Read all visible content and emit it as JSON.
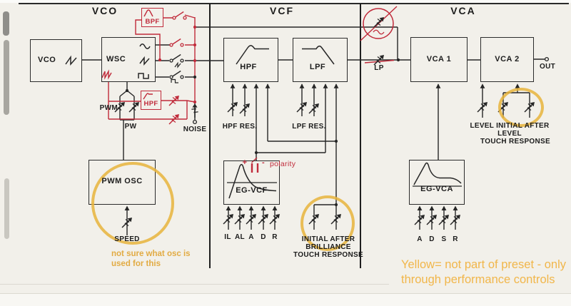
{
  "sections": {
    "vco": "VCO",
    "vcf": "VCF",
    "vca": "VCA"
  },
  "blocks": {
    "vco": "VCO",
    "wsc": "WSC",
    "bpf": "BPF",
    "hpf_sub": "HPF",
    "hpf": "HPF",
    "lpf": "LPF",
    "vca1": "VCA 1",
    "vca2": "VCA 2",
    "pwm_osc": "PWM OSC",
    "eg_vcf": "EG-VCF",
    "eg_vca": "EG-VCA"
  },
  "labels": {
    "pwm": "PWM",
    "pw": "PW",
    "noise": "NOISE",
    "speed": "SPEED",
    "hpf_res": "HPF RES.",
    "lpf_res": "LPF RES.",
    "lp": "LP",
    "out": "OUT",
    "polarity": "polarity",
    "plus": "+",
    "minus": "-"
  },
  "eg_vcf_pots": [
    "IL",
    "AL",
    "A",
    "D",
    "R"
  ],
  "eg_vca_pots": [
    "A",
    "D",
    "S",
    "R"
  ],
  "brilliance_controls": {
    "line1": "INITIAL AFTER",
    "line2": "BRILLIANCE",
    "line3": "TOUCH RESPONSE"
  },
  "vca2_controls": {
    "line1": "LEVEL INITIAL AFTER",
    "line2": "LEVEL",
    "line3": "TOUCH RESPONSE"
  },
  "annotations": {
    "osc_note_line1": "not sure what osc is",
    "osc_note_line2": "used for this",
    "legend_line1": "Yellow= not part of preset - only",
    "legend_line2": "through performance controls"
  },
  "colors": {
    "red": "#c02a3a",
    "yellow": "#e8b43e",
    "line": "#262626",
    "paper": "#f2f0ea"
  },
  "icons": {
    "sine-wave": "∿",
    "sawtooth-wave": "◿",
    "pulse-wave": "⊓",
    "bandpass-curve": "∩",
    "highpass-curve": "⌐",
    "lowpass-curve": "¬",
    "envelope-curve": "◠",
    "potentiometer": "⤢",
    "switch": "⌁",
    "output-terminal": "○",
    "junction-dot": "•"
  }
}
